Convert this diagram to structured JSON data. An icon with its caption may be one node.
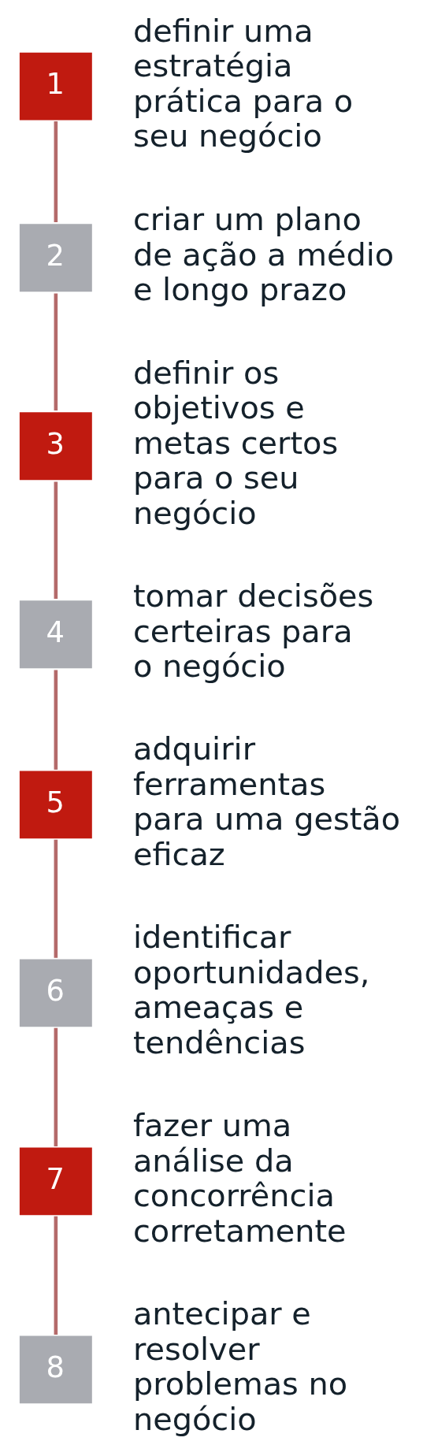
{
  "diagram": {
    "nodes": [
      {
        "text": [
          "1"
        ],
        "beside": [
          "definir uma estratégia prática para o seu negócio"
        ]
      },
      {
        "text": [
          "2"
        ],
        "beside": [
          "criar um plano de ação a médio e longo prazo"
        ]
      },
      {
        "text": [
          "3"
        ],
        "beside": [
          "definir os objetivos e metas certos para o seu negócio"
        ]
      },
      {
        "text": [
          "4"
        ],
        "beside": [
          "tomar decisões certeiras para o negócio"
        ]
      },
      {
        "text": [
          "5"
        ],
        "beside": [
          "adquirir ferramentas para uma gestão eficaz"
        ]
      },
      {
        "text": [
          "6"
        ],
        "beside": [
          "identificar oportunidades, ameaças e tendências"
        ]
      },
      {
        "text": [
          "7"
        ],
        "beside": [
          "fazer uma análise da concorrência corretamente"
        ]
      },
      {
        "text": [
          "8"
        ],
        "beside": [
          "antecipar e resolver problemas no negócio"
        ]
      }
    ],
    "edges": [
      {
        "from": 0,
        "to": 1,
        "arrow": "none"
      },
      {
        "from": 1,
        "to": 2,
        "arrow": "none"
      },
      {
        "from": 2,
        "to": 3,
        "arrow": "none"
      },
      {
        "from": 3,
        "to": 4,
        "arrow": "none"
      },
      {
        "from": 4,
        "to": 5,
        "arrow": "none"
      },
      {
        "from": 5,
        "to": 6,
        "arrow": "none"
      },
      {
        "from": 6,
        "to": 7,
        "arrow": "none"
      }
    ]
  }
}
